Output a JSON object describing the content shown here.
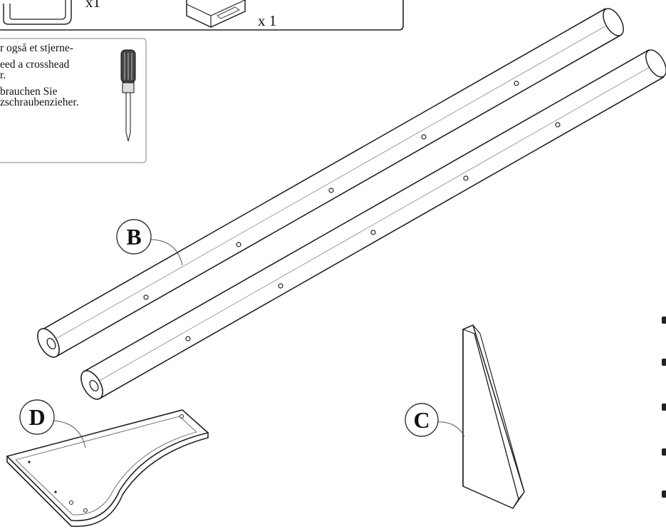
{
  "hardware_box": {
    "items": [
      {
        "icon": "allen-key-icon",
        "quantity": "x1"
      },
      {
        "icon": "bracket-icon",
        "quantity": "x 1"
      }
    ]
  },
  "tool_note": {
    "icon": "screwdriver-icon",
    "lines": [
      "r også et stjerne-",
      "eed a crosshead",
      "r.",
      "brauchen Sie",
      "zschraubenzieher."
    ]
  },
  "parts": [
    {
      "label": "B",
      "name": "rail-tube"
    },
    {
      "label": "C",
      "name": "triangular-support-panel"
    },
    {
      "label": "D",
      "name": "corner-shelf-panel"
    }
  ]
}
